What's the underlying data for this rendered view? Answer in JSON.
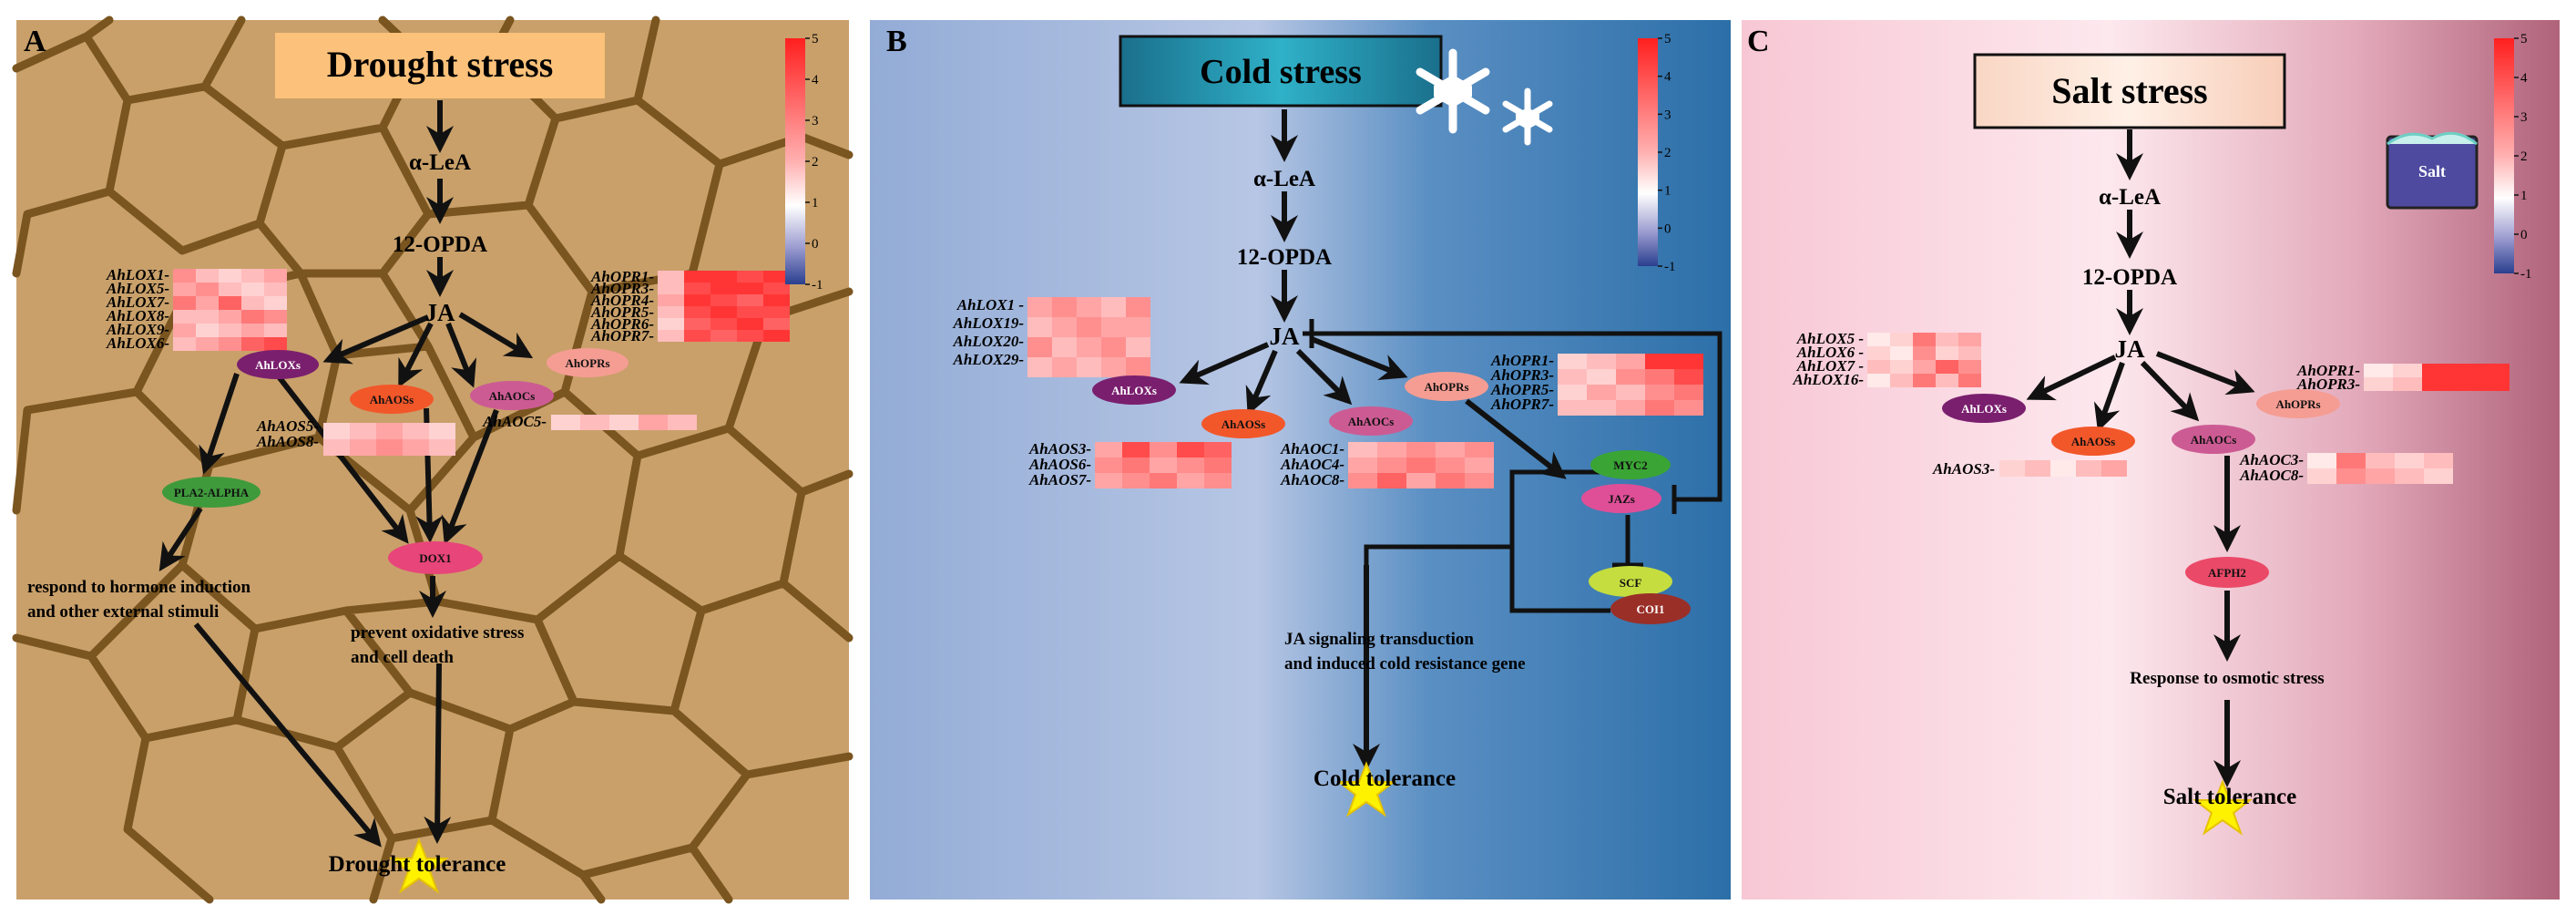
{
  "colors": {
    "drought_bg": "#c9a06a",
    "drought_crack": "#7a5520",
    "cold_bg_left": "#93acd6",
    "cold_bg_mid": "#b7c6e4",
    "cold_bg_right": "#2c6fa8",
    "salt_bg_left": "#f7c7d4",
    "salt_bg_mid": "#fde8ee",
    "salt_bg_right": "#b0637b",
    "lox_node": "#7a1f6e",
    "aos_node": "#f2572a",
    "aoc_node": "#cc5b93",
    "opr_node": "#f59d93",
    "pla_node": "#3f9a3c",
    "dox_node": "#e8457a",
    "myc_node": "#3aa535",
    "jaz_node": "#de4f98",
    "scf_node": "#c5dd3f",
    "coi_node": "#9a2f28",
    "afph_node": "#eb4968",
    "arrow": "#111111",
    "tolerance_star": "#fff200"
  },
  "colorbar": {
    "ticks": [
      "5",
      "4",
      "3",
      "2",
      "1",
      "0",
      "-1"
    ]
  },
  "panels": [
    {
      "letter": "A",
      "title": "Drought stress",
      "nodes": {
        "lea": "α-LeA",
        "opda": "12-OPDA",
        "ja": "JA"
      },
      "ellipses": {
        "lox": "AhLOXs",
        "aos": "AhAOSs",
        "aoc": "AhAOCs",
        "opr": "AhOPRs",
        "pla": "PLA2-ALPHA",
        "dox": "DOX1"
      },
      "genes": {
        "lox": [
          "AhLOX1-",
          "AhLOX5-",
          "AhLOX7-",
          "AhLOX8-",
          "AhLOX9-",
          "AhLOX6-"
        ],
        "opr": [
          "AhOPR1-",
          "AhOPR3-",
          "AhOPR4-",
          "AhOPR5-",
          "AhOPR6-",
          "AhOPR7-"
        ],
        "aos": [
          "AhAOS5-",
          "AhAOS8-"
        ],
        "aoc": [
          "AhAOC5-"
        ]
      },
      "texts": {
        "respond1": "respond to hormone induction",
        "respond2": "and other external stimuli",
        "prevent1": "prevent oxidative stress",
        "prevent2": "and cell death",
        "tolerance": "Drought tolerance"
      }
    },
    {
      "letter": "B",
      "title": "Cold stress",
      "nodes": {
        "lea": "α-LeA",
        "opda": "12-OPDA",
        "ja": "JA"
      },
      "ellipses": {
        "lox": "AhLOXs",
        "aos": "AhAOSs",
        "aoc": "AhAOCs",
        "opr": "AhOPRs",
        "myc": "MYC2",
        "jaz": "JAZs",
        "scf": "SCF",
        "coi": "COI1"
      },
      "genes": {
        "lox": [
          "AhLOX1 -",
          "AhLOX19-",
          "AhLOX20-",
          "AhLOX29-"
        ],
        "opr": [
          "AhOPR1-",
          "AhOPR3-",
          "AhOPR5-",
          "AhOPR7-"
        ],
        "aos": [
          "AhAOS3-",
          "AhAOS6-",
          "AhAOS7-"
        ],
        "aoc": [
          "AhAOC1-",
          "AhAOC4-",
          "AhAOC8-"
        ]
      },
      "texts": {
        "signal1": "JA signaling transduction",
        "signal2": "and induced cold resistance gene",
        "tolerance": "Cold tolerance"
      }
    },
    {
      "letter": "C",
      "title": "Salt stress",
      "salt_label": "Salt",
      "nodes": {
        "lea": "α-LeA",
        "opda": "12-OPDA",
        "ja": "JA"
      },
      "ellipses": {
        "lox": "AhLOXs",
        "aos": "AhAOSs",
        "aoc": "AhAOCs",
        "opr": "AhOPRs",
        "afph": "AFPH2"
      },
      "genes": {
        "lox": [
          "AhLOX5 -",
          "AhLOX6 -",
          "AhLOX7 -",
          "AhLOX16-"
        ],
        "opr": [
          "AhOPR1-",
          "AhOPR3-"
        ],
        "aos": [
          "AhAOS3-"
        ],
        "aoc": [
          "AhAOC3-",
          "AhAOC8-"
        ]
      },
      "texts": {
        "response": "Response to osmotic stress",
        "tolerance": "Salt tolerance"
      }
    }
  ],
  "heatmaps": {
    "a_lox": [
      [
        2.5,
        1.5,
        1.0,
        1.5,
        2.0
      ],
      [
        2.0,
        2.5,
        1.5,
        1.0,
        1.5
      ],
      [
        3.0,
        2.0,
        3.5,
        1.5,
        1.0
      ],
      [
        1.5,
        1.5,
        2.0,
        3.0,
        2.5
      ],
      [
        2.0,
        1.0,
        1.5,
        2.0,
        1.5
      ],
      [
        1.5,
        2.0,
        2.5,
        3.5,
        4.0
      ]
    ],
    "a_opr": [
      [
        1.5,
        4.5,
        4.5,
        4.0,
        4.5
      ],
      [
        1.5,
        4.0,
        4.5,
        4.5,
        4.0
      ],
      [
        2.0,
        4.5,
        4.0,
        3.5,
        4.5
      ],
      [
        1.5,
        4.0,
        4.5,
        4.0,
        4.0
      ],
      [
        1.0,
        3.5,
        4.0,
        4.5,
        3.5
      ],
      [
        1.5,
        4.0,
        3.5,
        4.0,
        4.5
      ]
    ],
    "a_aos": [
      [
        1.0,
        1.5,
        2.0,
        1.5,
        1.0
      ],
      [
        1.5,
        2.0,
        2.5,
        2.0,
        1.5
      ]
    ],
    "a_aoc": [
      [
        1.0,
        1.5,
        1.0,
        2.0,
        1.5
      ]
    ],
    "b_lox": [
      [
        2.0,
        2.5,
        2.0,
        1.5,
        2.5
      ],
      [
        1.5,
        2.0,
        2.5,
        2.0,
        2.0
      ],
      [
        2.5,
        1.5,
        2.0,
        2.5,
        1.5
      ],
      [
        1.5,
        2.0,
        1.5,
        2.0,
        2.5
      ]
    ],
    "b_opr": [
      [
        1.0,
        1.5,
        2.0,
        4.5,
        4.5
      ],
      [
        1.5,
        1.0,
        2.5,
        3.0,
        4.0
      ],
      [
        1.0,
        2.0,
        1.5,
        2.5,
        3.0
      ],
      [
        1.5,
        1.5,
        2.0,
        3.0,
        2.5
      ]
    ],
    "b_aos": [
      [
        2.0,
        4.0,
        2.5,
        4.0,
        3.5
      ],
      [
        2.5,
        3.0,
        2.0,
        2.5,
        3.0
      ],
      [
        2.0,
        2.5,
        3.0,
        2.0,
        2.5
      ]
    ],
    "b_aoc": [
      [
        1.5,
        2.0,
        2.5,
        2.0,
        2.5
      ],
      [
        2.0,
        2.5,
        3.0,
        2.5,
        2.0
      ],
      [
        2.5,
        3.5,
        2.0,
        3.0,
        2.5
      ]
    ],
    "c_lox": [
      [
        0.5,
        1.0,
        3.0,
        1.5,
        2.0
      ],
      [
        1.0,
        0.5,
        2.5,
        1.0,
        1.5
      ],
      [
        1.5,
        1.0,
        2.0,
        3.5,
        2.5
      ],
      [
        0.5,
        1.5,
        3.0,
        1.5,
        3.0
      ]
    ],
    "c_opr": [
      [
        0.5,
        1.0,
        4.5,
        4.5,
        4.5
      ],
      [
        1.0,
        1.5,
        4.5,
        4.5,
        4.5
      ]
    ],
    "c_aos": [
      [
        1.0,
        1.5,
        0.5,
        1.5,
        2.0
      ]
    ],
    "c_aoc": [
      [
        0.5,
        3.0,
        1.5,
        1.0,
        1.5
      ],
      [
        1.0,
        2.5,
        2.0,
        1.5,
        1.0
      ]
    ]
  }
}
